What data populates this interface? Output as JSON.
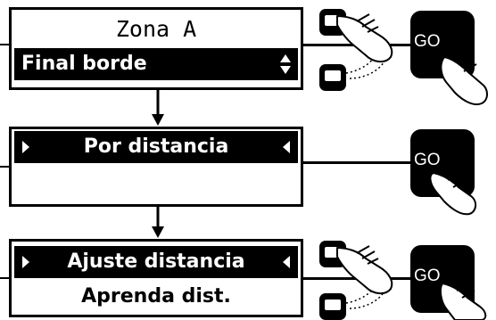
{
  "colors": {
    "display_bg": "#000000",
    "display_fg": "#ffffff",
    "line": "#000000"
  },
  "screen1": {
    "title": "Zona A",
    "selected": "Final borde",
    "scroll_icon": "up-down-arrows-icon"
  },
  "screen2": {
    "selected": "Por distancia",
    "second_line": ""
  },
  "screen3": {
    "selected": "Ajuste distancia",
    "second_line": "Aprenda dist."
  },
  "controls": {
    "go_label": "GO",
    "up_key_icon": "up-key-icon",
    "down_key_icon": "down-key-icon",
    "hand_icon": "pointing-hand-icon"
  }
}
